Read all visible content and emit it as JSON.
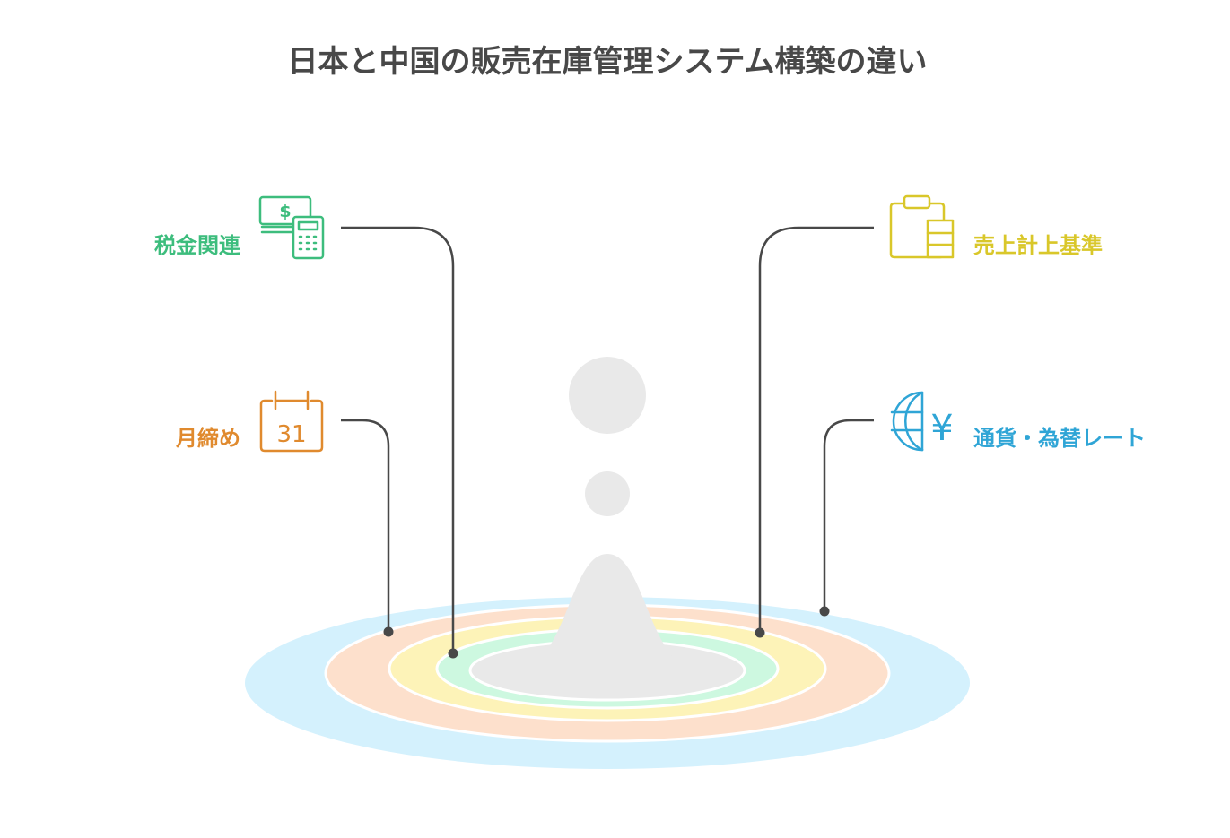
{
  "title": "日本と中国の販売在庫管理システム構築の違い",
  "items": [
    {
      "key": "tax",
      "label": "税金関連",
      "icon": "money-calculator-icon",
      "color": "#3dbd7d"
    },
    {
      "key": "month_close",
      "label": "月締め",
      "icon": "calendar-icon",
      "color": "#e08a2e",
      "calendar_day": "31"
    },
    {
      "key": "revenue",
      "label": "売上計上基準",
      "icon": "clipboard-icon",
      "color": "#d9c72a"
    },
    {
      "key": "currency",
      "label": "通貨・為替レート",
      "icon": "globe-yen-icon",
      "color": "#2fa5d6"
    }
  ],
  "icons": {
    "dollar_sign": "$",
    "yen_sign": "¥"
  },
  "colors": {
    "title": "#484848",
    "connector": "#484848",
    "ring_outer": "#d4f1fd",
    "ring_2": "#fde0cc",
    "ring_3": "#fdf3b8",
    "ring_4": "#cdf8e0",
    "ring_core": "#e9e9e9",
    "drop": "#e9e9e9"
  }
}
